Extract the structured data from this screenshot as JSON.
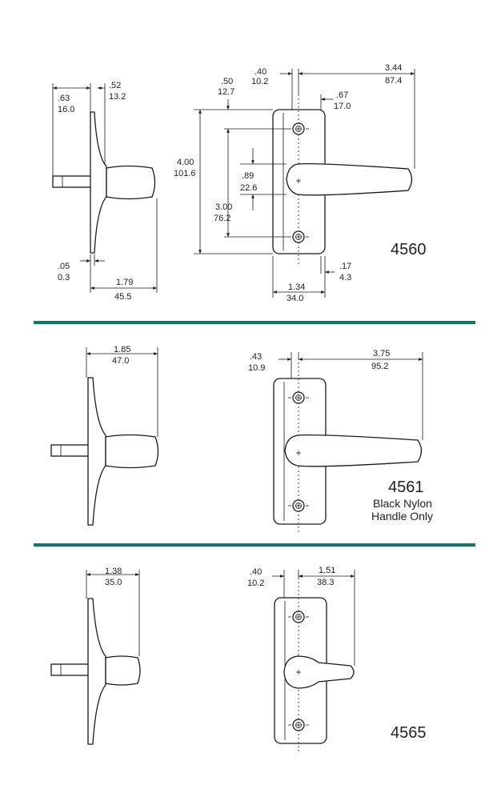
{
  "colors": {
    "separator": "#0e7a68",
    "line": "#1a1a1a"
  },
  "section_4560": {
    "model": "4560",
    "dims": {
      "a_in": ".63",
      "a_mm": "16.0",
      "b_in": ".52",
      "b_mm": "13.2",
      "c_in": ".05",
      "c_mm": "0.3",
      "d_in": "1.79",
      "d_mm": "45.5",
      "e_in": ".50",
      "e_mm": "12.7",
      "f_in": ".40",
      "f_mm": "10.2",
      "g_in": "3.44",
      "g_mm": "87.4",
      "h_in": ".67",
      "h_mm": "17.0",
      "i_in": "4.00",
      "i_mm": "101.6",
      "j_in": ".89",
      "j_mm": "22.6",
      "k_in": "3.00",
      "k_mm": "76.2",
      "l_in": ".17",
      "l_mm": "4.3",
      "m_in": "1.34",
      "m_mm": "34.0"
    }
  },
  "section_4561": {
    "model": "4561",
    "note_line1": "Black  Nylon",
    "note_line2": "Handle  Only",
    "dims": {
      "a_in": "1.85",
      "a_mm": "47.0",
      "b_in": ".43",
      "b_mm": "10.9",
      "c_in": "3.75",
      "c_mm": "95.2"
    }
  },
  "section_4565": {
    "model": "4565",
    "dims": {
      "a_in": "1.38",
      "a_mm": "35.0",
      "b_in": ".40",
      "b_mm": "10.2",
      "c_in": "1.51",
      "c_mm": "38.3"
    }
  }
}
